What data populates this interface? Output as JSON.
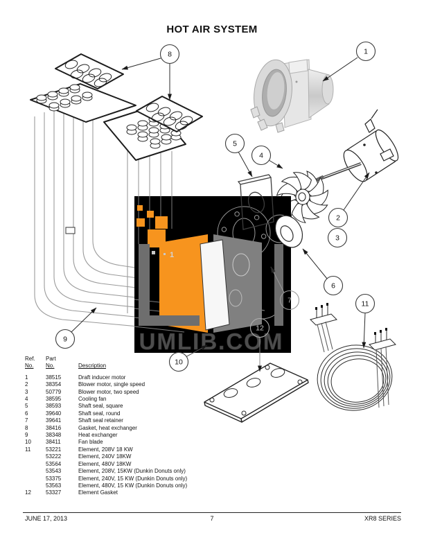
{
  "page": {
    "title": "HOT AIR SYSTEM"
  },
  "watermark": {
    "text": "UMLIB.COM",
    "diagram_label": "1",
    "background_color": "#000000",
    "orange_color": "#F7941E",
    "gray_color": "#787878"
  },
  "callouts": [
    {
      "label": "1"
    },
    {
      "label": "2"
    },
    {
      "label": "3"
    },
    {
      "label": "4"
    },
    {
      "label": "5"
    },
    {
      "label": "6"
    },
    {
      "label": "7"
    },
    {
      "label": "8"
    },
    {
      "label": "9"
    },
    {
      "label": "10"
    },
    {
      "label": "11"
    },
    {
      "label": "12"
    }
  ],
  "parts_table": {
    "headers": {
      "ref_line1": "Ref.",
      "ref_line2": "No.",
      "part_line1": "Part",
      "part_line2": "No.",
      "description": "Description"
    },
    "rows": [
      {
        "ref": "1",
        "part": "38515",
        "desc": "Draft inducer motor"
      },
      {
        "ref": "2",
        "part": "38354",
        "desc": "Blower motor, single speed"
      },
      {
        "ref": "3",
        "part": "50779",
        "desc": "Blower motor, two speed"
      },
      {
        "ref": "4",
        "part": "38595",
        "desc": "Cooling fan"
      },
      {
        "ref": "5",
        "part": "38593",
        "desc": "Shaft seal, square"
      },
      {
        "ref": "6",
        "part": "39640",
        "desc": "Shaft seal, round"
      },
      {
        "ref": "7",
        "part": "39641",
        "desc": "Shaft seal retainer"
      },
      {
        "ref": "8",
        "part": "38416",
        "desc": "Gasket, heat exchanger"
      },
      {
        "ref": "9",
        "part": "38348",
        "desc": "Heat exchanger"
      },
      {
        "ref": "10",
        "part": "38411",
        "desc": "Fan blade"
      },
      {
        "ref": "11",
        "part": "53221",
        "desc": "Element, 208V 18 KW"
      },
      {
        "ref": "",
        "part": "53222",
        "desc": "Element, 240V 18KW"
      },
      {
        "ref": "",
        "part": "53564",
        "desc": "Element, 480V 18KW"
      },
      {
        "ref": "",
        "part": "53543",
        "desc": "Element, 208V, 15KW (Dunkin Donuts only)"
      },
      {
        "ref": "",
        "part": "53375",
        "desc": "Element, 240V, 15 KW (Dunkin Donuts only)"
      },
      {
        "ref": "",
        "part": "53563",
        "desc": "Element, 480V, 15 KW (Dunkin Donuts only)"
      },
      {
        "ref": "12",
        "part": "53327",
        "desc": "Element Gasket"
      }
    ]
  },
  "footer": {
    "date": "JUNE 17, 2013",
    "page_number": "7",
    "series": "XR8 SERIES"
  }
}
